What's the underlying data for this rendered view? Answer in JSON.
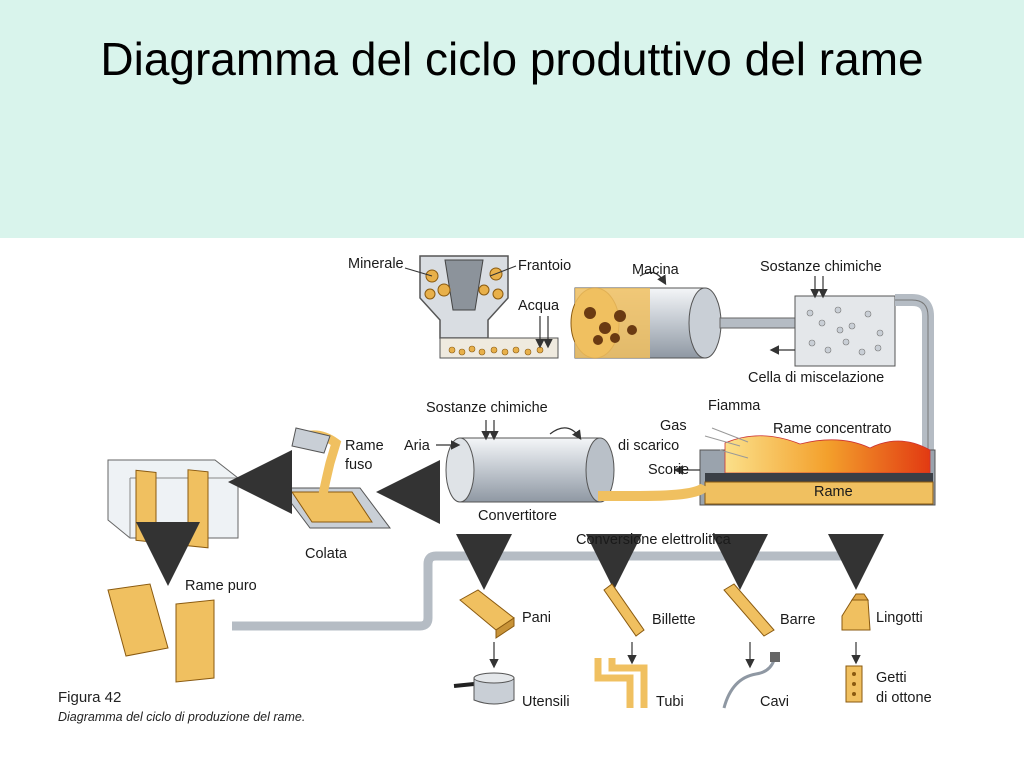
{
  "title": "Diagramma del ciclo produttivo del rame",
  "labels": {
    "minerale": "Minerale",
    "frantoio": "Frantoio",
    "macina": "Macina",
    "sostanze_chimiche_1": "Sostanze chimiche",
    "acqua": "Acqua",
    "cella": "Cella di miscelazione",
    "sostanze_chimiche_2": "Sostanze chimiche",
    "fiamma": "Fiamma",
    "gas_1": "Gas",
    "gas_2": "di scarico",
    "rame_concentrato": "Rame concentrato",
    "aria": "Aria",
    "rame_fuso_1": "Rame",
    "rame_fuso_2": "fuso",
    "scorie": "Scorie",
    "rame_forno": "Rame",
    "convertitore": "Convertitore",
    "colata": "Colata",
    "conversione": "Conversione elettrolitica",
    "rame_puro": "Rame puro",
    "pani": "Pani",
    "billette": "Billette",
    "barre": "Barre",
    "lingotti": "Lingotti",
    "utensili": "Utensili",
    "tubi": "Tubi",
    "cavi": "Cavi",
    "getti_1": "Getti",
    "getti_2": "di ottone"
  },
  "caption": {
    "figure": "Figura 42",
    "text": "Diagramma del ciclo di produzione del rame."
  },
  "colors": {
    "copper": "#f0c060",
    "copper_dark": "#b07a20",
    "pipe": "#b5bcc4",
    "band": "#d9f4ec",
    "flame": "#e8591a"
  }
}
